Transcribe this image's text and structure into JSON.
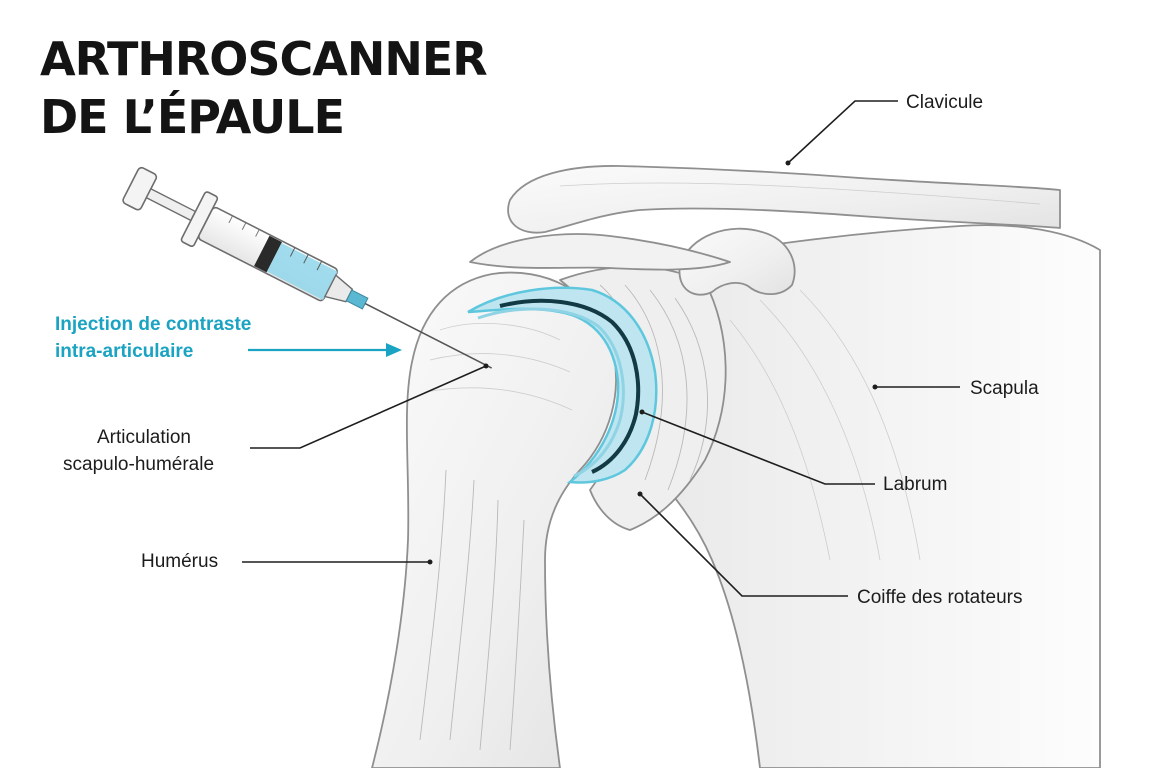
{
  "title": {
    "line1": "ARTHROSCANNER",
    "line2": "DE L’ÉPAULE"
  },
  "colors": {
    "accent": "#1aa3c2",
    "text": "#161616",
    "bone_stroke": "#8f8f8f",
    "contrast_fill": "#bfe6f0",
    "contrast_dark": "#123a44"
  },
  "icons": {
    "syringe": "syringe-icon",
    "arrow": "arrow-right-icon"
  },
  "labels": {
    "injection_line1": "Injection de contraste",
    "injection_line2": "intra-articulaire",
    "clavicle": "Clavicule",
    "scapula": "Scapula",
    "joint_line1": "Articulation",
    "joint_line2": "scapulo-humérale",
    "labrum": "Labrum",
    "humerus": "Humérus",
    "rotator_cuff": "Coiffe des rotateurs"
  }
}
